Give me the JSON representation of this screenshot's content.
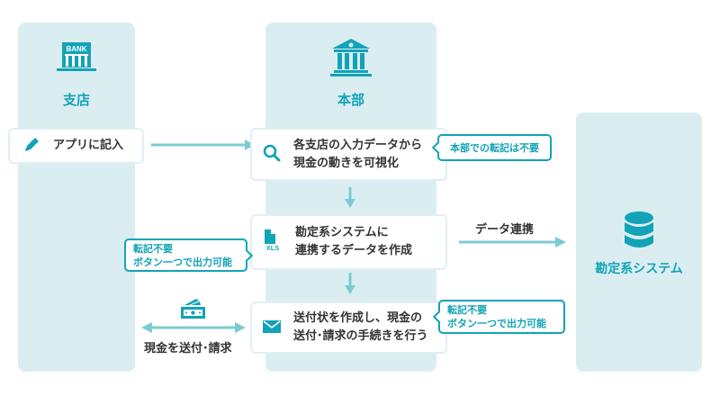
{
  "panels": {
    "branch": {
      "title": "支店",
      "icon": "bank-building-icon",
      "icon_text": "BANK"
    },
    "headquarters": {
      "title": "本部",
      "icon": "classical-building-icon"
    },
    "accounting_system": {
      "title": "勘定系システム",
      "icon": "database-icon"
    }
  },
  "cards": {
    "app_entry": {
      "icon": "pencil-icon",
      "text": "アプリに記入"
    },
    "visualize": {
      "icon": "search-icon",
      "text": "各支店の入力データから\n現金の動きを可視化"
    },
    "export": {
      "icon": "xls-file-icon",
      "icon_text": "XLS",
      "text": "勘定系システムに\n連携するデータを作成"
    },
    "invoice": {
      "icon": "mail-icon",
      "text": "送付状を作成し、現金の\n送付･請求の手続きを行う"
    }
  },
  "bubbles": {
    "hq_no_transcription": "本部での転記は不要",
    "export_note": "転記不要\nボタン一つで出力可能",
    "invoice_note": "転記不要\nボタン一つで出力可能"
  },
  "labels": {
    "data_link": "データ連携",
    "cash_transfer": "現金を送付･請求"
  },
  "colors": {
    "accent": "#12a3b6",
    "panel_bg": "#daeef2",
    "arrow": "#7ccbd3",
    "text": "#333333"
  }
}
